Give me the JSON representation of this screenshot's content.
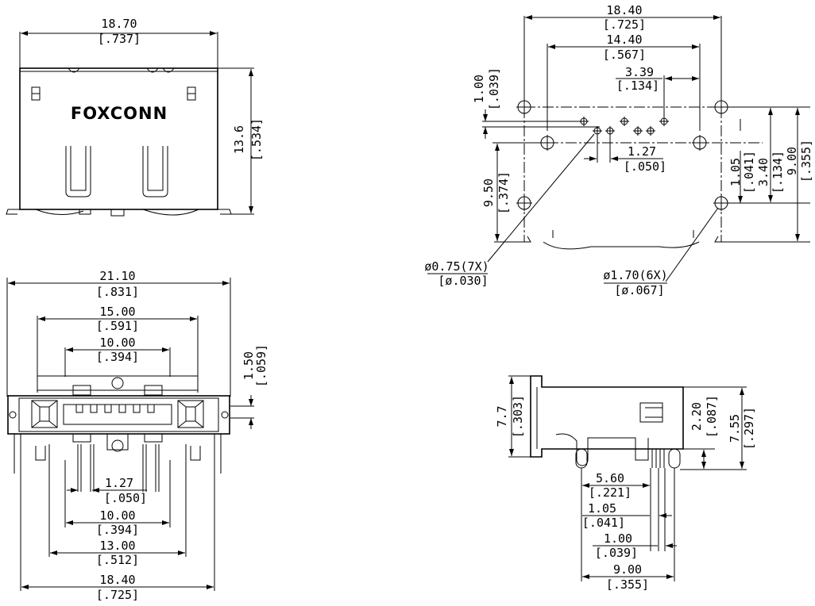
{
  "brand": {
    "logo_text": "FOXCONN"
  },
  "front_view": {
    "width_mm": "18.70",
    "width_in": "[.737]",
    "height_mm": "13.6",
    "height_in": "[.534]"
  },
  "bottom_view": {
    "overall_mm": "21.10",
    "overall_in": "[.831]",
    "d1_mm": "15.00",
    "d1_in": "[.591]",
    "d2_mm": "10.00",
    "d2_in": "[.394]",
    "side_mm": "1.50",
    "side_in": "[.059]",
    "pitch_mm": "1.27",
    "pitch_in": "[.050]",
    "p1_mm": "10.00",
    "p1_in": "[.394]",
    "p2_mm": "13.00",
    "p2_in": "[.512]",
    "p3_mm": "18.40",
    "p3_in": "[.725]"
  },
  "pcb_layout": {
    "w_mm": "18.40",
    "w_in": "[.725]",
    "w2_mm": "14.40",
    "w2_in": "[.567]",
    "w3_mm": "3.39",
    "w3_in": "[.134]",
    "v1_mm": "1.00",
    "v1_in": "[.039]",
    "pitch_mm": "1.27",
    "pitch_in": "[.050]",
    "h1_mm": "9.50",
    "h1_in": "[.374]",
    "r1_mm": "1.05",
    "r1_in": "[.041]",
    "r2_mm": "3.40",
    "r2_in": "[.134]",
    "r3_mm": "9.00",
    "r3_in": "[.355]",
    "hole_small_mm": "ø0.75(7X)",
    "hole_small_in": "[ø.030]",
    "hole_large_mm": "ø1.70(6X)",
    "hole_large_in": "[ø.067]"
  },
  "side_view": {
    "h_mm": "7.7",
    "h_in": "[.303]",
    "a_mm": "2.20",
    "a_in": "[.087]",
    "b_mm": "7.55",
    "b_in": "[.297]",
    "c_mm": "5.60",
    "c_in": "[.221]",
    "d_mm": "1.05",
    "d_in": "[.041]",
    "e_mm": "1.00",
    "e_in": "[.039]",
    "f_mm": "9.00",
    "f_in": "[.355]"
  }
}
